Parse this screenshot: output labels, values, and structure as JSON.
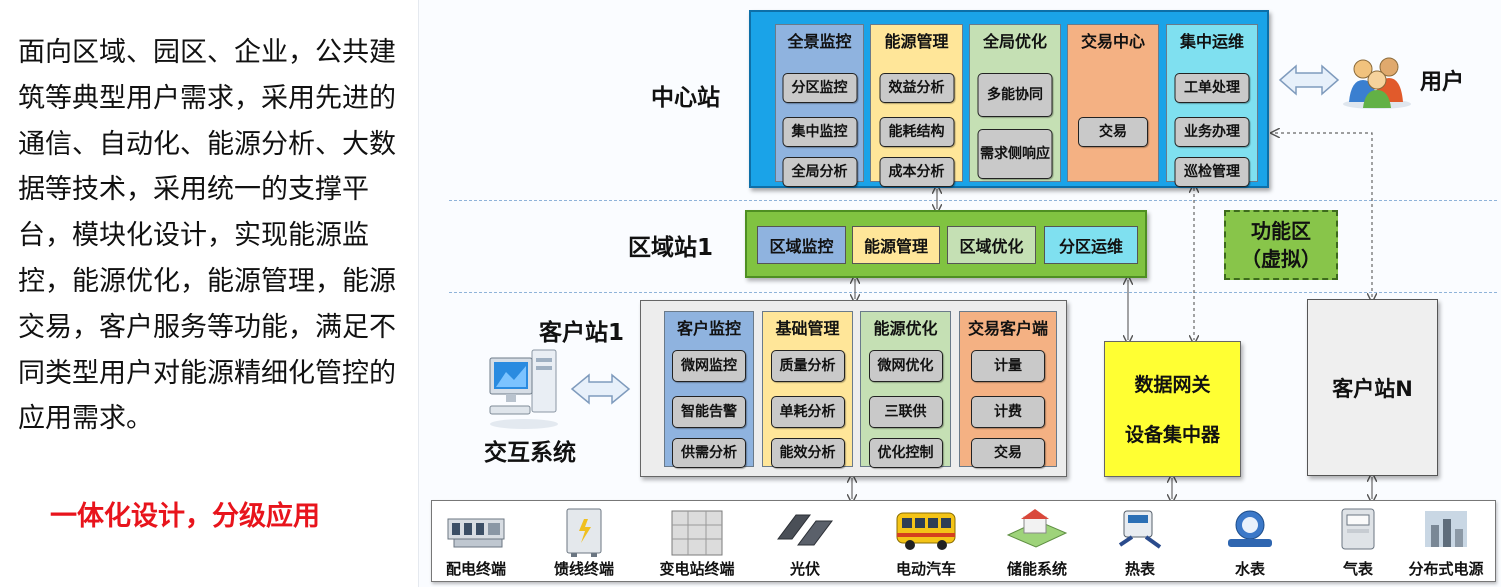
{
  "description": {
    "text": "面向区域、园区、企业，公共建筑等典型用户需求，采用先进的通信、自动化、能源分析、大数据等技术，采用统一的支撑平台，模块化设计，实现能源监控，能源优化，能源管理，能源交易，客户服务等功能，满足不同类型用户对能源精细化管控的应用需求。",
    "slogan": "一体化设计，分级应用"
  },
  "center_station": {
    "label": "中心站",
    "columns": [
      {
        "title": "全景监控",
        "color": "#8fb3df",
        "items": [
          "分区监控",
          "集中监控",
          "全局分析"
        ]
      },
      {
        "title": "能源管理",
        "color": "#ffe699",
        "items": [
          "效益分析",
          "能耗结构",
          "成本分析"
        ]
      },
      {
        "title": "全局优化",
        "color": "#c5e0b4",
        "items": [
          "多能协同",
          "需求侧响应"
        ]
      },
      {
        "title": "交易中心",
        "color": "#f4b183",
        "items": [
          "交易"
        ]
      },
      {
        "title": "集中运维",
        "color": "#7fe0f0",
        "items": [
          "工单处理",
          "业务办理",
          "巡检管理"
        ]
      }
    ]
  },
  "user": {
    "label": "用户"
  },
  "region_station": {
    "label": "区域站1",
    "items": [
      {
        "label": "区域监控",
        "color": "#8fb3df"
      },
      {
        "label": "能源管理",
        "color": "#ffe699"
      },
      {
        "label": "区域优化",
        "color": "#c5e0b4"
      },
      {
        "label": "分区运维",
        "color": "#7fe0f0"
      }
    ]
  },
  "function_zone": {
    "line1": "功能区",
    "line2": "（虚拟）"
  },
  "client_station_1": {
    "label": "客户站1",
    "columns": [
      {
        "title": "客户监控",
        "color": "#8fb3df",
        "items": [
          "微网监控",
          "智能告警",
          "供需分析"
        ]
      },
      {
        "title": "基础管理",
        "color": "#ffe699",
        "items": [
          "质量分析",
          "单耗分析",
          "能效分析"
        ]
      },
      {
        "title": "能源优化",
        "color": "#c5e0b4",
        "items": [
          "微网优化",
          "三联供",
          "优化控制"
        ]
      },
      {
        "title": "交易客户端",
        "color": "#f4b183",
        "items": [
          "计量",
          "计费",
          "交易"
        ]
      }
    ]
  },
  "interaction_system": {
    "label": "交互系统"
  },
  "data_gateway": {
    "line1": "数据网关",
    "line2": "设备集中器"
  },
  "client_station_n": {
    "label": "客户站N"
  },
  "devices": [
    {
      "label": "配电终端",
      "icon": "distribution-terminal-icon"
    },
    {
      "label": "馈线终端",
      "icon": "feeder-terminal-icon"
    },
    {
      "label": "变电站终端",
      "icon": "substation-terminal-icon"
    },
    {
      "label": "光伏",
      "icon": "solar-panel-icon"
    },
    {
      "label": "电动汽车",
      "icon": "electric-bus-icon"
    },
    {
      "label": "储能系统",
      "icon": "energy-storage-icon"
    },
    {
      "label": "热表",
      "icon": "heat-meter-icon"
    },
    {
      "label": "水表",
      "icon": "water-meter-icon"
    },
    {
      "label": "气表",
      "icon": "gas-meter-icon"
    },
    {
      "label": "分布式电源",
      "icon": "distributed-power-icon"
    }
  ]
}
